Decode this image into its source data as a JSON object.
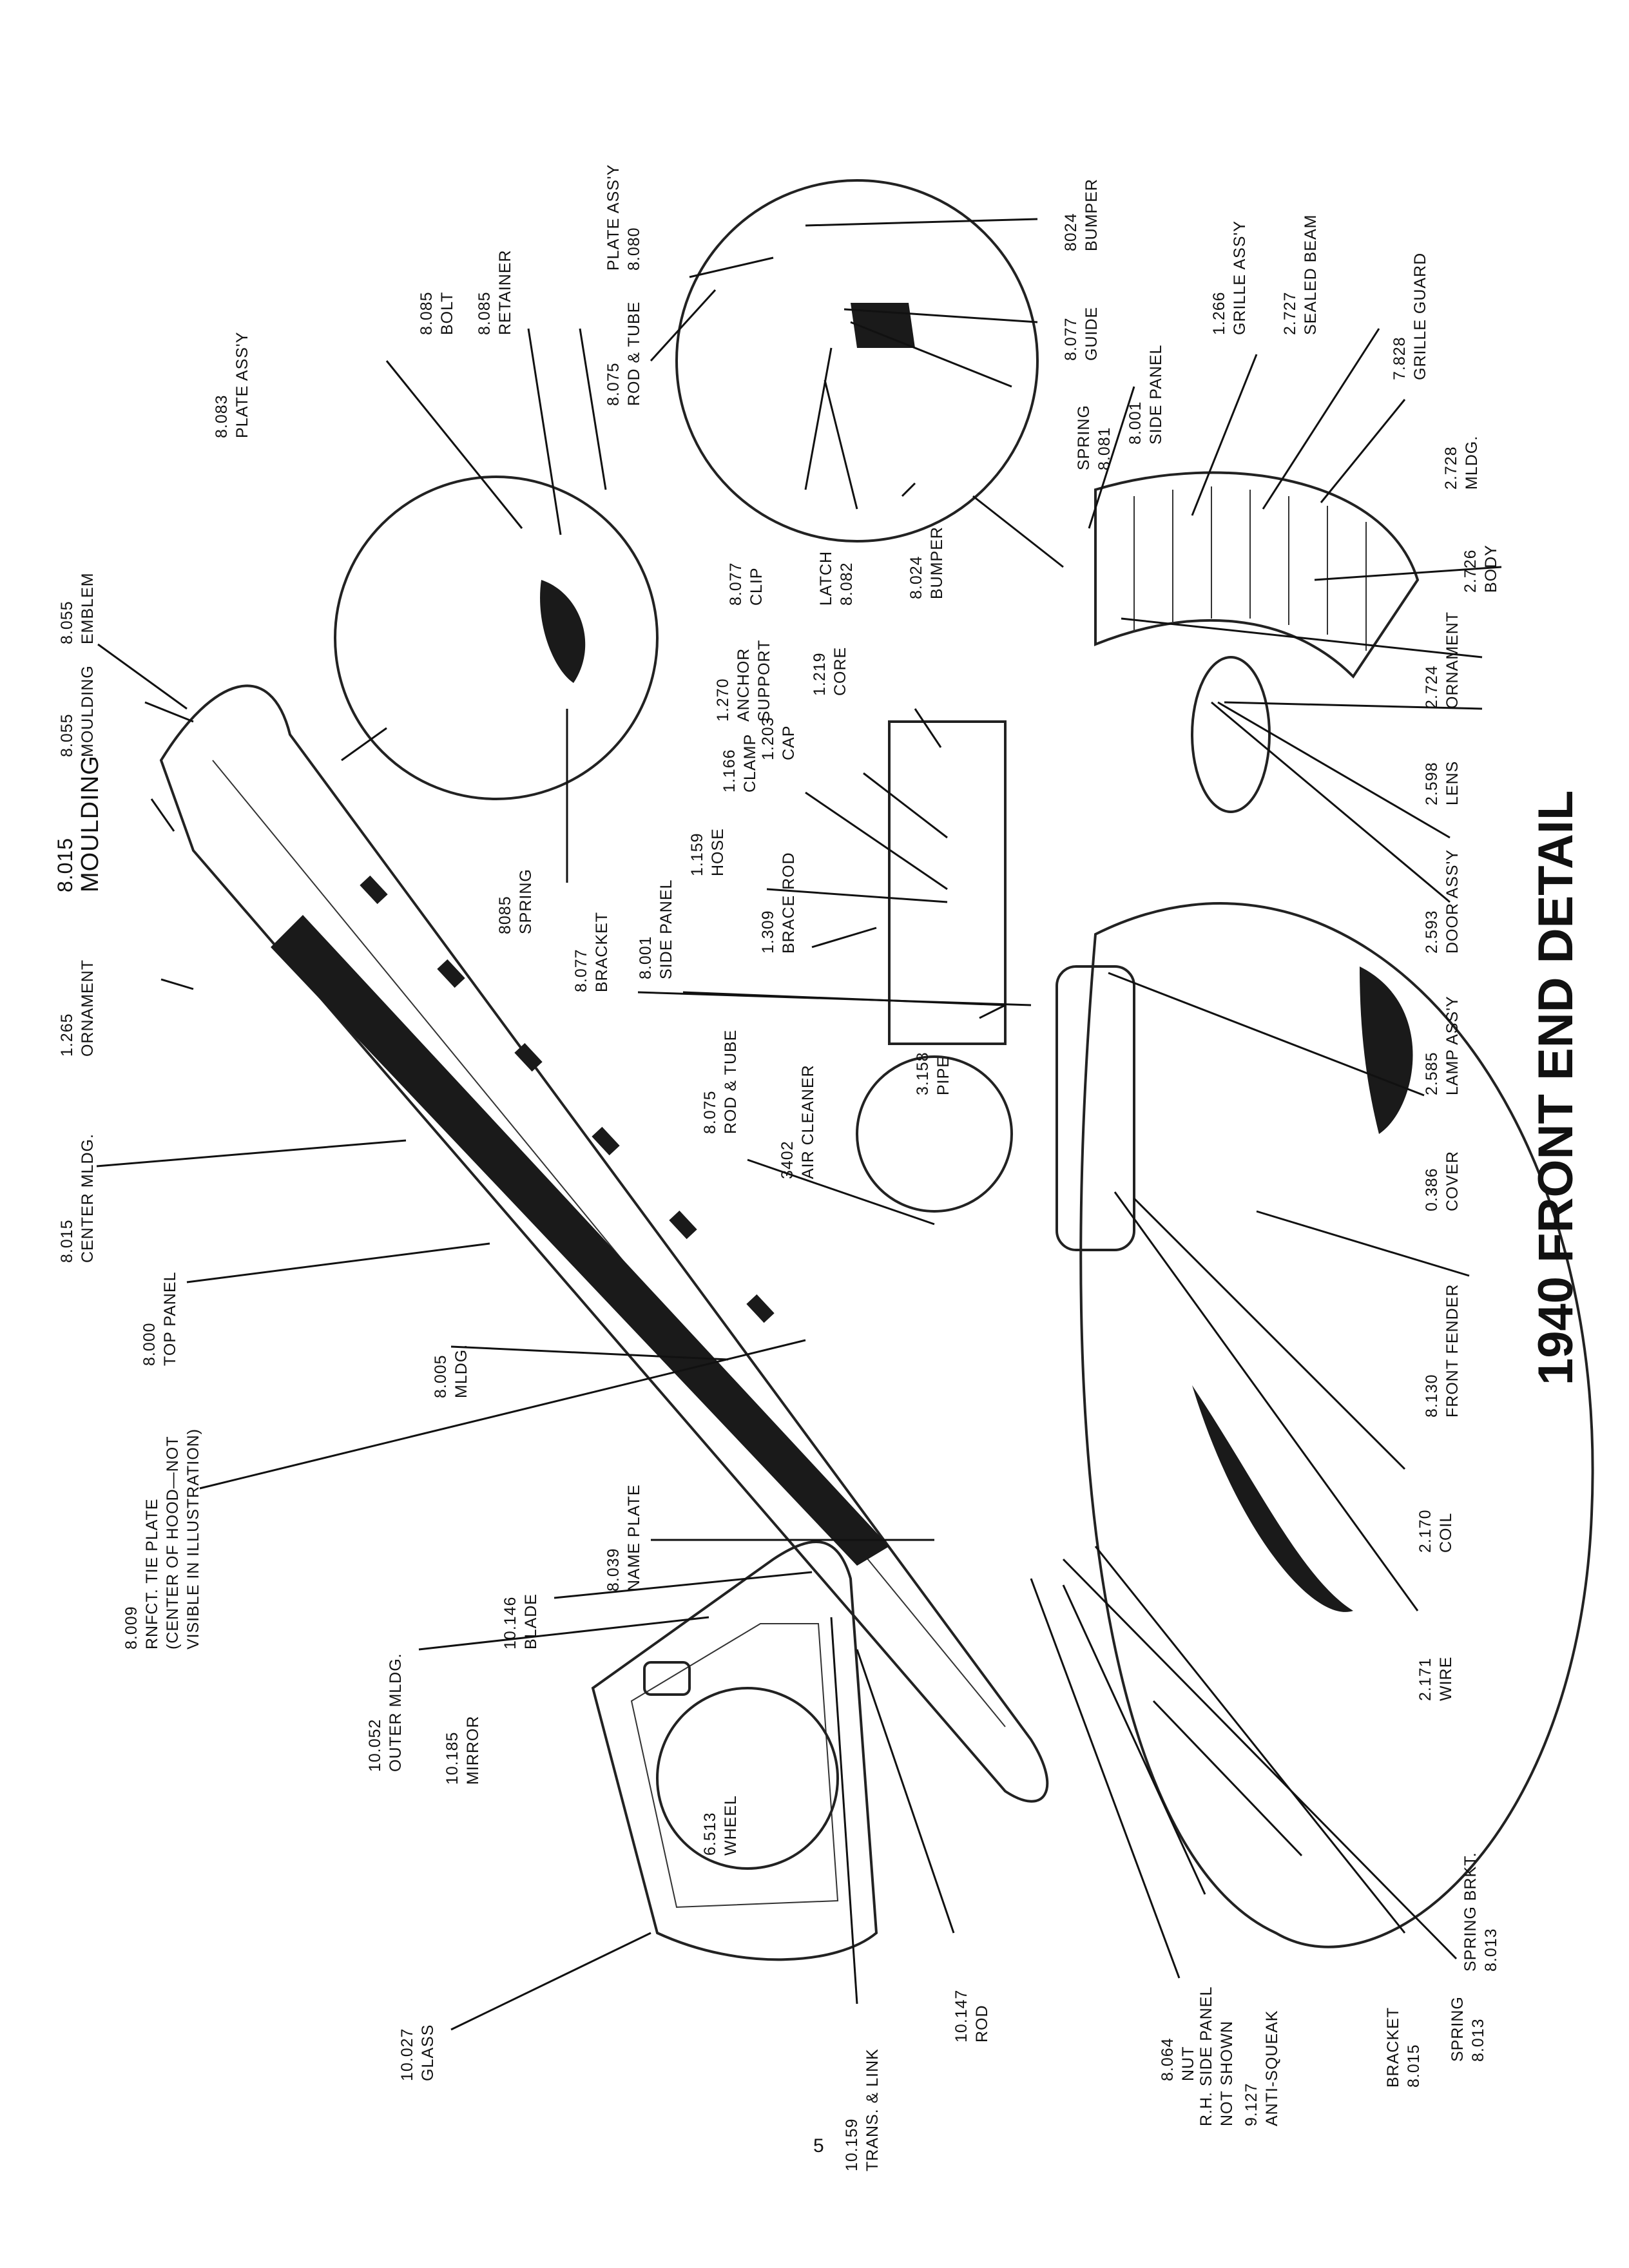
{
  "title": "1940 FRONT END DETAIL",
  "page_number": "5",
  "labels": [
    {
      "id": "emblem",
      "num": "8.055",
      "name": "EMBLEM"
    },
    {
      "id": "moulding-upper",
      "num": "8.055",
      "name": "MOULDING"
    },
    {
      "id": "moulding-mid",
      "num": "8.015",
      "name": "MOULDING"
    },
    {
      "id": "ornament-hood",
      "num": "1.265",
      "name": "ORNAMENT"
    },
    {
      "id": "center-mldg",
      "num": "8.015",
      "name": "CENTER MLDG."
    },
    {
      "id": "top-panel",
      "num": "8.000",
      "name": "TOP PANEL"
    },
    {
      "id": "mldg",
      "num": "8.005",
      "name": "MLDG."
    },
    {
      "id": "rnfct-tie-plate",
      "num": "8.009",
      "name": "RNFCT. TIE PLATE",
      "note1": "(CENTER OF HOOD—NOT",
      "note2": "VISIBLE IN ILLUSTRATION)"
    },
    {
      "id": "blade",
      "num": "10.146",
      "name": "BLADE"
    },
    {
      "id": "name-plate",
      "num": "8.039",
      "name": "NAME PLATE"
    },
    {
      "id": "outer-mldg",
      "num": "10.052",
      "name": "OUTER MLDG."
    },
    {
      "id": "mirror",
      "num": "10.185",
      "name": "MIRROR"
    },
    {
      "id": "wheel",
      "num": "6.513",
      "name": "WHEEL"
    },
    {
      "id": "glass",
      "num": "10.027",
      "name": "GLASS"
    },
    {
      "id": "trans-link",
      "num": "10.159",
      "name": "TRANS. & LINK"
    },
    {
      "id": "rod-lower",
      "num": "10.147",
      "name": "ROD"
    },
    {
      "id": "nut",
      "num": "8.064",
      "name": "NUT"
    },
    {
      "id": "rh-side-panel",
      "num": "R.H. SIDE PANEL",
      "name": "NOT SHOWN"
    },
    {
      "id": "anti-squeak",
      "num": "9.127",
      "name": "ANTI-SQUEAK"
    },
    {
      "id": "bracket-lower",
      "num": "BRACKET",
      "name": "8.015"
    },
    {
      "id": "spring-lower",
      "num": "SPRING",
      "name": "8.013"
    },
    {
      "id": "spring-brkt",
      "num": "SPRING BRKT.",
      "name": "8.013"
    },
    {
      "id": "wire",
      "num": "2.171",
      "name": "WIRE"
    },
    {
      "id": "coil",
      "num": "2.170",
      "name": "COIL"
    },
    {
      "id": "front-fender",
      "num": "8.130",
      "name": "FRONT FENDER"
    },
    {
      "id": "cover",
      "num": "0.386",
      "name": "COVER"
    },
    {
      "id": "lamp-assy",
      "num": "2.585",
      "name": "LAMP ASS'Y"
    },
    {
      "id": "door-assy",
      "num": "2.593",
      "name": "DOOR ASS'Y"
    },
    {
      "id": "lens",
      "num": "2.598",
      "name": "LENS"
    },
    {
      "id": "ornament-fender",
      "num": "2.724",
      "name": "ORNAMENT"
    },
    {
      "id": "body",
      "num": "2.726",
      "name": "BODY"
    },
    {
      "id": "mldg-grille",
      "num": "2.728",
      "name": "MLDG."
    },
    {
      "id": "grille-guard",
      "num": "7.828",
      "name": "GRILLE GUARD"
    },
    {
      "id": "sealed-beam",
      "num": "2.727",
      "name": "SEALED BEAM"
    },
    {
      "id": "grille-assy",
      "num": "1.266",
      "name": "GRILLE ASS'Y"
    },
    {
      "id": "side-panel-r",
      "num": "8.001",
      "name": "SIDE PANEL"
    },
    {
      "id": "spring-081",
      "num": "SPRING",
      "name": "8.081"
    },
    {
      "id": "guide",
      "num": "8.077",
      "name": "GUIDE"
    },
    {
      "id": "bumper-top",
      "num": "8024",
      "name": "BUMPER"
    },
    {
      "id": "plate-assy-080",
      "num": "PLATE ASS'Y",
      "name": "8.080"
    },
    {
      "id": "rod-tube-upper",
      "num": "8.075",
      "name": "ROD & TUBE"
    },
    {
      "id": "clip",
      "num": "8.077",
      "name": "CLIP"
    },
    {
      "id": "latch",
      "num": "LATCH",
      "name": "8.082"
    },
    {
      "id": "bumper-lower",
      "num": "8.024",
      "name": "BUMPER"
    },
    {
      "id": "retainer",
      "num": "8.085",
      "name": "RETAINER"
    },
    {
      "id": "bolt",
      "num": "8.085",
      "name": "BOLT"
    },
    {
      "id": "plate-assy-083",
      "num": "8.083",
      "name": "PLATE ASS'Y"
    },
    {
      "id": "spring-8085",
      "num": "8085",
      "name": "SPRING"
    },
    {
      "id": "anchor-support",
      "num": "1.270",
      "name": "ANCHOR",
      "note1": "SUPPORT"
    },
    {
      "id": "core",
      "num": "1.219",
      "name": "CORE"
    },
    {
      "id": "cap",
      "num": "1.203",
      "name": "CAP"
    },
    {
      "id": "clamp",
      "num": "1.166",
      "name": "CLAMP"
    },
    {
      "id": "hose",
      "num": "1.159",
      "name": "HOSE"
    },
    {
      "id": "brace-rod",
      "num": "1.309",
      "name": "BRACE ROD"
    },
    {
      "id": "side-panel-l",
      "num": "8.001",
      "name": "SIDE PANEL"
    },
    {
      "id": "bracket-upper",
      "num": "8.077",
      "name": "BRACKET"
    },
    {
      "id": "pipe",
      "num": "3.158",
      "name": "PIPE"
    },
    {
      "id": "rod-tube-mid",
      "num": "8.075",
      "name": "ROD & TUBE"
    },
    {
      "id": "air-cleaner",
      "num": "3402",
      "name": "AIR CLEANER"
    }
  ]
}
